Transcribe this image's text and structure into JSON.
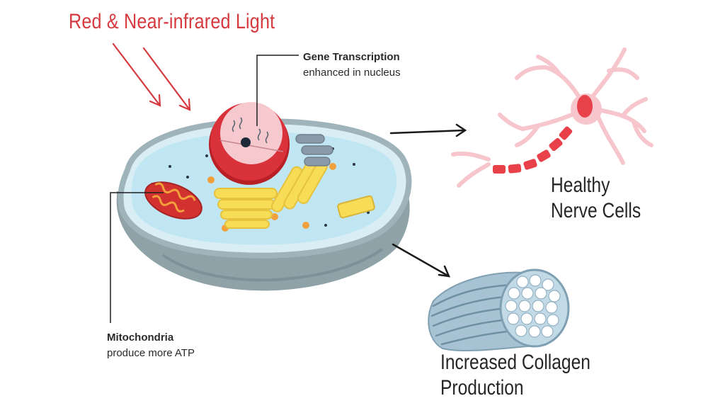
{
  "light": {
    "title": "Red & Near-infrared Light"
  },
  "nucleus_callout": {
    "title": "Gene Transcription",
    "subtitle": "enhanced in nucleus"
  },
  "mitochondria_callout": {
    "title": "Mitochondria",
    "subtitle": "produce more ATP"
  },
  "outcomes": {
    "nerve": {
      "line1": "Healthy",
      "line2": "Nerve Cells"
    },
    "collagen": {
      "line1": "Increased Collagen",
      "line2": "Production"
    }
  },
  "colors": {
    "light_red": "#d63a3f",
    "cell_fill": "#bfe6f2",
    "cell_edge": "#9fb3ba",
    "cell_base": "#8ea2a8",
    "nucleus_red": "#d9323a",
    "organelle_yellow": "#f7dd57",
    "mitochondrion": "#d2322f",
    "nerve_red": "#e8414a",
    "collagen_blue": "#a7c2d3",
    "arrow_dark": "#1a1a1a"
  }
}
